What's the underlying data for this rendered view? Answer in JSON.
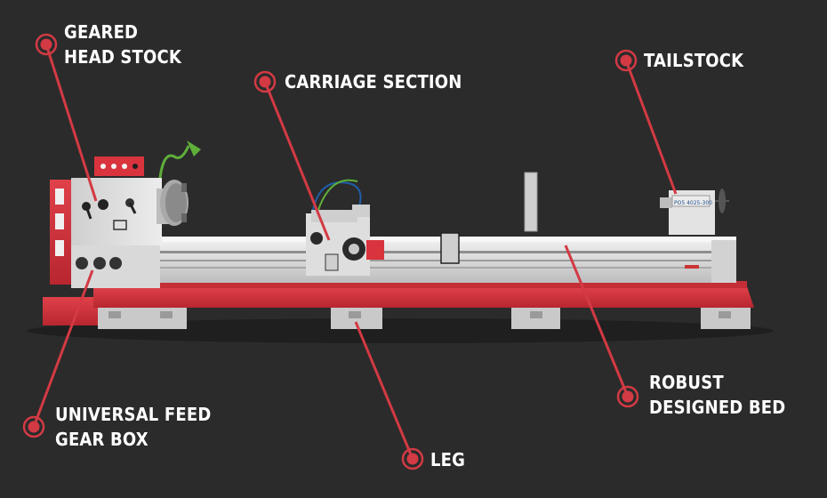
{
  "callouts": {
    "headstock": {
      "lines": [
        "GEARED",
        "HEAD STOCK"
      ]
    },
    "carriage": {
      "lines": [
        "CARRIAGE SECTION"
      ]
    },
    "tailstock": {
      "lines": [
        "TAILSTOCK"
      ]
    },
    "bed": {
      "lines": [
        "ROBUST",
        "DESIGNED BED"
      ]
    },
    "feed_gear_box": {
      "lines": [
        "UNIVERSAL FEED",
        "GEAR BOX"
      ]
    },
    "leg": {
      "lines": [
        "LEG"
      ]
    }
  },
  "machine_text": {
    "tailstock_plate": "PO5 4025-300"
  },
  "colors": {
    "background": "#2b2b2b",
    "accent_red": "#d9343d",
    "leader_line": "#d33a44",
    "machine_grey": "#d8d8d8"
  }
}
